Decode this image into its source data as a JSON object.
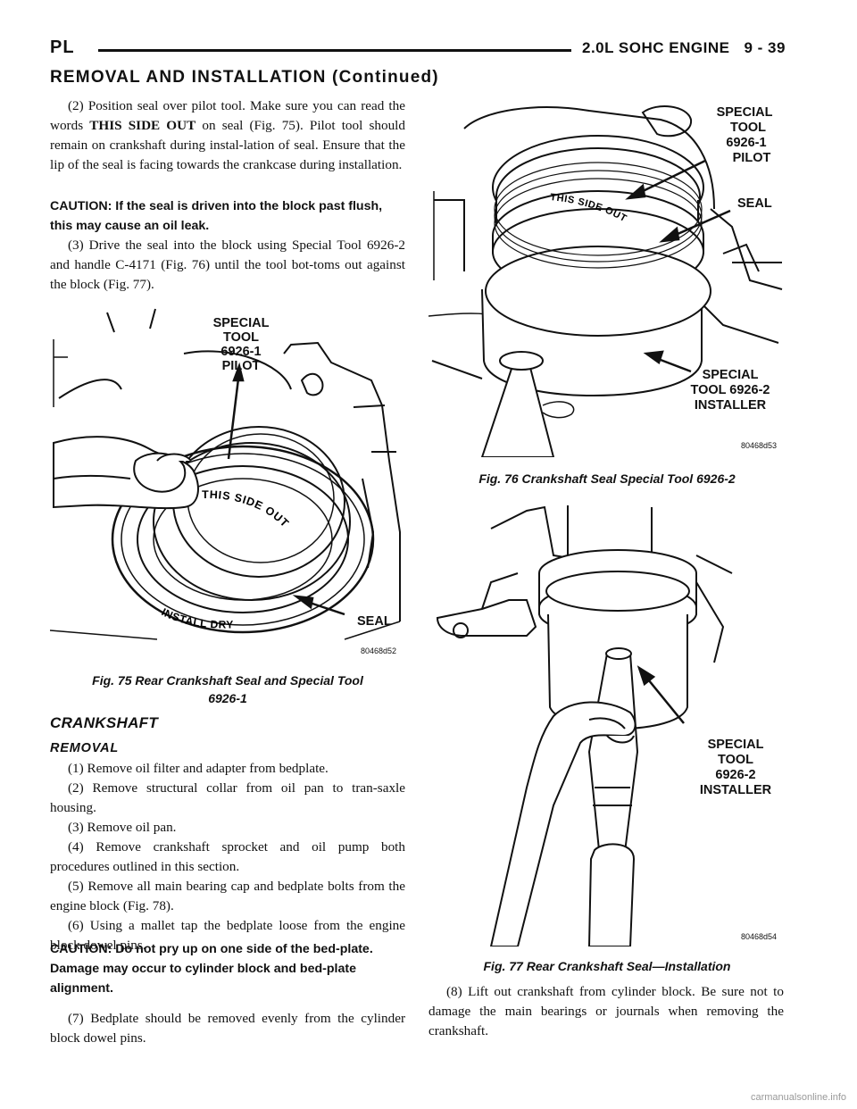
{
  "header": {
    "left": "PL",
    "title": "2.0L SOHC ENGINE",
    "page": "9 - 39"
  },
  "section_title": "REMOVAL AND INSTALLATION (Continued)",
  "left_column": {
    "para1": "(2) Position seal over pilot tool. Make sure you can read the words THIS SIDE OUT on seal (Fig. 75). Pilot tool should remain on crankshaft during installation of seal. Ensure that the lip of the seal is facing towards the crankcase during installation.",
    "para1_a": "(2) Position seal over pilot tool. Make sure you can read the words ",
    "para1_bold": "THIS SIDE OUT",
    "para1_b": " on seal (Fig. 75). Pilot tool should remain on crankshaft during instal-lation of seal. Ensure that the lip of the seal is facing towards the crankcase during installation.",
    "caution1": "CAUTION: If the seal is driven into the block past flush, this may cause an oil leak.",
    "para2": "(3) Drive the seal into the block using Special Tool 6926-2 and handle C-4171 (Fig. 76) until the tool bot-toms out against the block (Fig. 77).",
    "fig75": {
      "label_tool_l1": "SPECIAL",
      "label_tool_l2": "TOOL",
      "label_tool_l3": "6926-1",
      "label_tool_l4": "PILOT",
      "label_seal": "SEAL",
      "text_this_side_out": "THIS SIDE OUT",
      "text_install_dry": "INSTALL DRY",
      "code": "80468d52",
      "caption_l1": "Fig. 75 Rear Crankshaft Seal and Special Tool",
      "caption_l2": "6926-1"
    },
    "heading_crankshaft": "CRANKSHAFT",
    "heading_removal": "REMOVAL",
    "steps": [
      "(1) Remove oil filter and adapter from bedplate.",
      "(2) Remove structural collar from oil pan to tran-saxle housing.",
      "(3) Remove oil pan.",
      "(4) Remove crankshaft sprocket and oil pump both procedures outlined in this section.",
      "(5)  Remove all main bearing cap and bedplate bolts from the engine block (Fig. 78).",
      "(6) Using a mallet tap the bedplate loose from the engine block dowel pins."
    ],
    "caution2": "CAUTION:  Do not pry up on one side of the bed-plate. Damage may occur to cylinder block and bed-plate alignment.",
    "para7": "(7) Bedplate should be removed evenly from the cylinder block dowel pins."
  },
  "right_column": {
    "fig76": {
      "label_pilot_l1": "SPECIAL",
      "label_pilot_l2": "TOOL",
      "label_pilot_l3": "6926-1",
      "label_pilot_l4": "PILOT",
      "label_seal": "SEAL",
      "label_inst_l1": "SPECIAL",
      "label_inst_l2": "TOOL 6926-2",
      "label_inst_l3": "INSTALLER",
      "text_this_side_out": "THIS SIDE OUT",
      "code": "80468d53",
      "caption": "Fig. 76 Crankshaft Seal Special Tool 6926-2"
    },
    "fig77": {
      "label_l1": "SPECIAL",
      "label_l2": "TOOL",
      "label_l3": "6926-2",
      "label_l4": "INSTALLER",
      "code": "80468d54",
      "caption": "Fig. 77 Rear Crankshaft Seal—Installation"
    },
    "para8": "(8) Lift out crankshaft from cylinder block. Be sure not to damage the main bearings or journals when removing the crankshaft."
  },
  "watermark": "carmanualsonline.info"
}
